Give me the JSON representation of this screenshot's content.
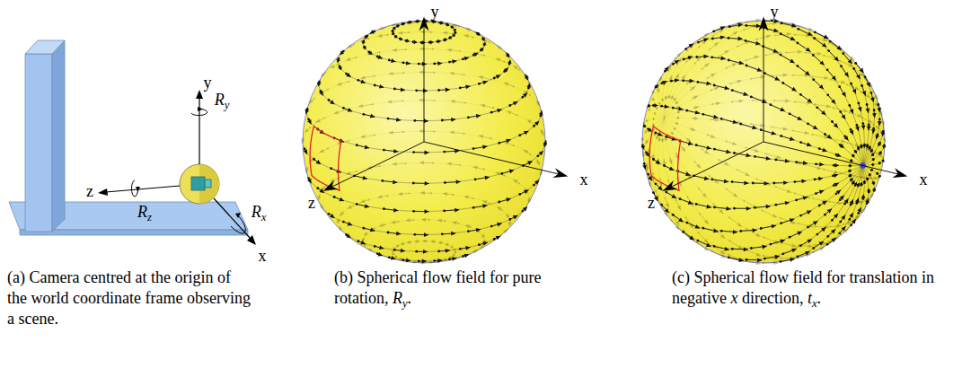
{
  "diagram": {
    "labels": [
      "y",
      "Ry",
      "z",
      "Rz",
      "Rx",
      "x",
      "(a) Camera centred at the origin of the world coordinate frame observing a scene.",
      "y",
      "z",
      "x",
      "(b) Spherical flow field for pure rotation, Ry.",
      "y",
      "z",
      "x",
      "(c) Spherical flow field for translation in negative x direction, tx."
    ]
  }
}
